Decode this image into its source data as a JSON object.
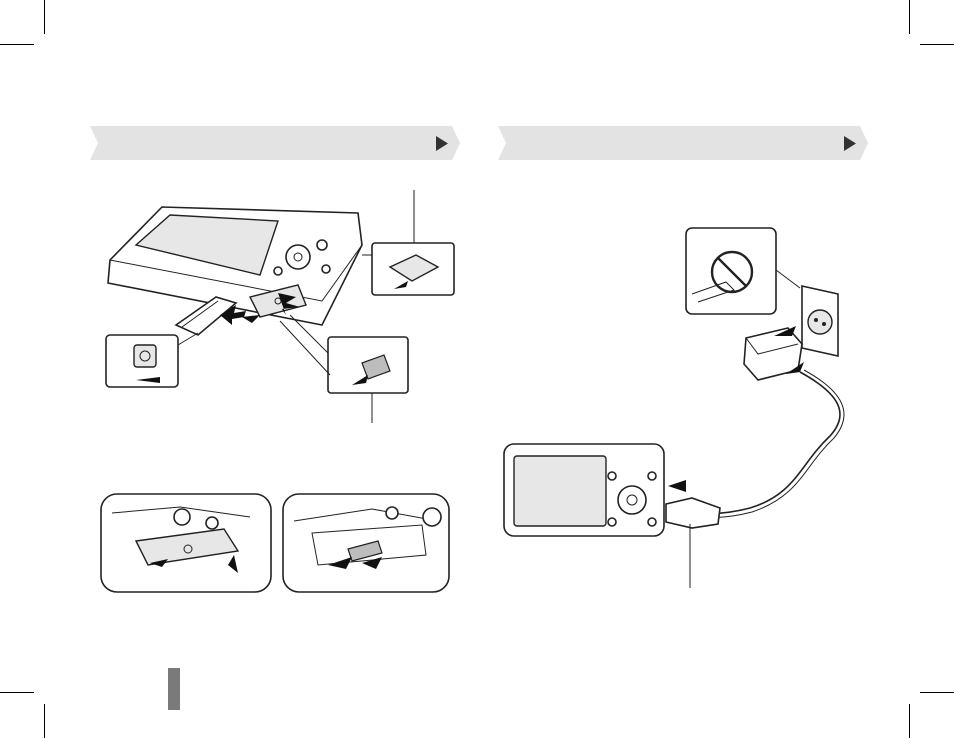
{
  "colors": {
    "banner_fill": "#e3e3e3",
    "banner_arrow": "#333333",
    "page_tab": "#7a7a7a",
    "line_art": "#222222"
  },
  "icons": {
    "banner_marker": "triangle-right-icon",
    "no_wet_hands": "prohibited-icon",
    "direction": "arrow-icon"
  },
  "left_panel": {
    "illustration": "camera-battery-insertion",
    "callouts": [
      "battery-callout-line",
      "memory-card-callout-line"
    ]
  },
  "right_panel": {
    "illustration": "camera-charging-setup"
  }
}
